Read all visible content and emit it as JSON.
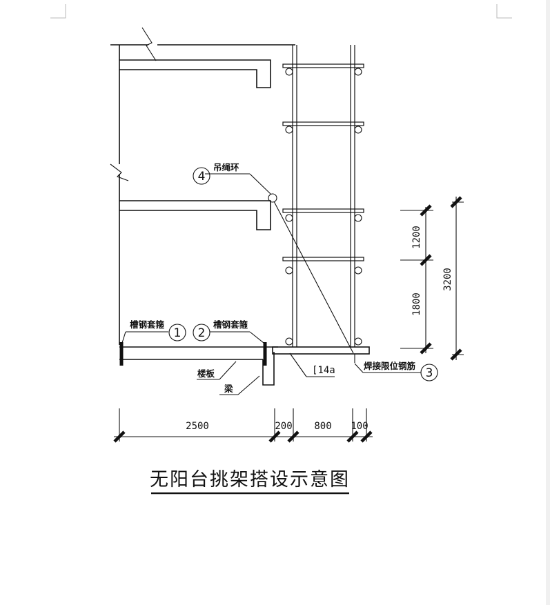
{
  "title": "无阳台挑架搭设示意图",
  "labels": {
    "channel_hoop_left": "槽钢套箍",
    "channel_hoop_right": "槽钢套箍",
    "rope_ring": "吊绳环",
    "floor_slab": "楼板",
    "beam": "梁",
    "channel_spec": "[14a",
    "weld_rebar": "焊接限位钢筋"
  },
  "callouts": [
    "1",
    "2",
    "3",
    "4"
  ],
  "dimensions": {
    "horizontal": [
      "2500",
      "200",
      "800",
      "100"
    ],
    "vertical": [
      "1200",
      "1800",
      "3200"
    ]
  }
}
